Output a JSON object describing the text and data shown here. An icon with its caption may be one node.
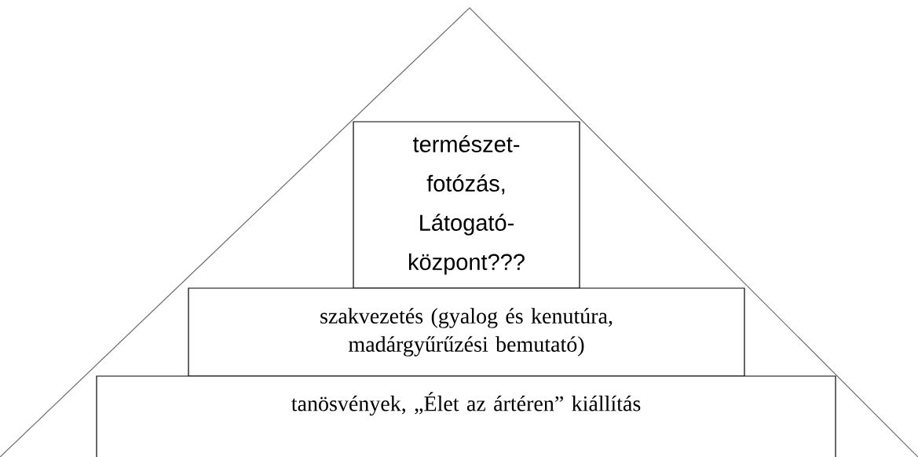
{
  "diagram": {
    "nodes": [
      {
        "text": [
          "természet- fotózás, Látogató- központ???"
        ]
      },
      {
        "text": [
          "szakvezetés (gyalog és kenutúra, madárgyűrűzési bemutató)"
        ]
      },
      {
        "text": [
          "tanösvények, „Élet az ártéren” kiállítás"
        ]
      }
    ]
  }
}
